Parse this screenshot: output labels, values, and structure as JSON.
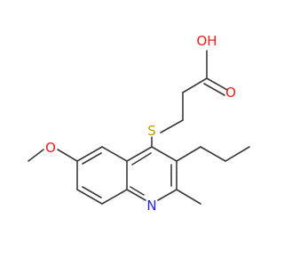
{
  "molecule": {
    "atoms": {
      "oh": {
        "text": "OH",
        "color": "#e8201c"
      },
      "carbonyl_o": {
        "text": "O",
        "color": "#e8201c"
      },
      "sulfur": {
        "text": "S",
        "color": "#b8a100"
      },
      "methoxy_o": {
        "text": "O",
        "color": "#e8201c"
      },
      "ring_n": {
        "text": "N",
        "color": "#1f1fe6"
      }
    },
    "bond_color": "#3a3a3a"
  }
}
